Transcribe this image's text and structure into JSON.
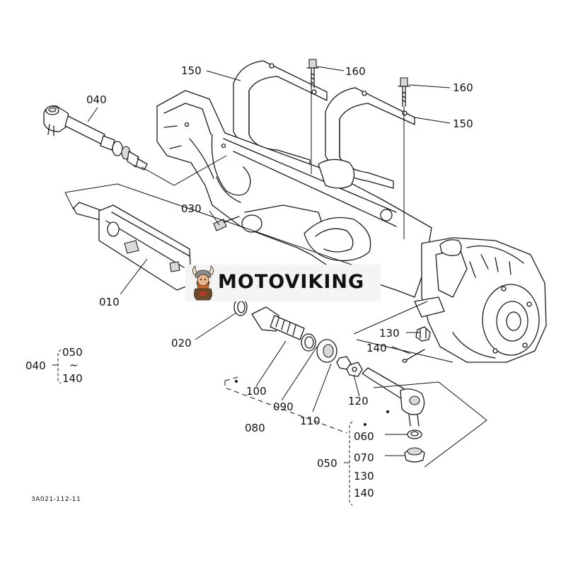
{
  "diagram": {
    "callouts": {
      "p150_left": "150",
      "p160_left": "160",
      "p160_right": "160",
      "p150_right": "150",
      "p040_top": "040",
      "p030": "030",
      "p010": "010",
      "p020": "020",
      "p130_right": "130",
      "p140_right": "140",
      "p100": "100",
      "p090": "090",
      "p110": "110",
      "p120": "120",
      "p080": "080",
      "p060": "060",
      "p070": "070",
      "p050_bottom": "050",
      "p130_group": "130",
      "p140_group": "140"
    },
    "assembly_040": {
      "label": "040",
      "from": "050",
      "tilde": "~",
      "to": "140"
    },
    "drawing_code": "3A021-112-11"
  },
  "watermark": {
    "brand": "MOTOVIKING",
    "logo_icon": "viking-mascot-icon"
  }
}
